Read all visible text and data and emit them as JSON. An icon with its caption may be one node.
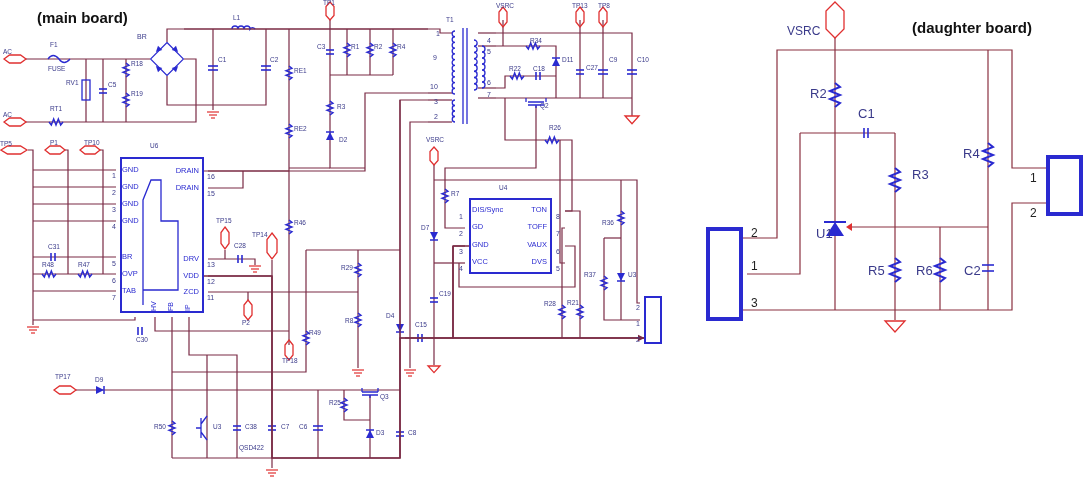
{
  "diagram": {
    "nodes": [
      {
        "text": [
          "U6",
          "GND",
          "GND",
          "GND",
          "GND",
          "BR",
          "OVP",
          "TAB",
          "DRAIN",
          "DRAIN",
          "DRV",
          "VDD",
          "ZCD",
          "HV",
          "FB",
          "IP"
        ],
        "beside": [
          "1",
          "2",
          "3",
          "4",
          "5",
          "6",
          "7",
          "16",
          "15",
          "13",
          "12",
          "11"
        ]
      },
      {
        "text": [
          "U4",
          "DIS/Sync",
          "GD",
          "GND",
          "VCC",
          "TON",
          "TOFF",
          "VAUX",
          "DVS"
        ],
        "beside": [
          "1",
          "2",
          "3",
          "4",
          "8",
          "7",
          "6",
          "5"
        ]
      },
      {
        "text": [],
        "shape": "box",
        "beside": [
          "2",
          "1",
          "2"
        ]
      },
      {
        "text": [],
        "shape": "box",
        "beside": [
          "2",
          "1",
          "3"
        ]
      },
      {
        "text": [],
        "shape": "box",
        "beside": [
          "1",
          "2"
        ]
      },
      {
        "text": [
          "T1",
          "1",
          "9",
          "10",
          "3",
          "2",
          "4",
          "5",
          "6",
          "7"
        ]
      },
      {
        "text": [],
        "shape": "diamond",
        "beside": [
          "BR"
        ]
      }
    ],
    "edges": [
      {
        "from": 0,
        "to": 5,
        "arrow": "none"
      },
      {
        "from": 0,
        "to": 2,
        "arrow": "none"
      },
      {
        "from": 5,
        "to": 2,
        "arrow": "to"
      },
      {
        "from": 3,
        "to": 4,
        "arrow": "none"
      },
      {
        "from": 3,
        "to": 4,
        "arrow": "none"
      },
      {
        "from": 0,
        "to": 1,
        "arrow": "none"
      },
      {
        "from": 6,
        "to": 5,
        "arrow": "none"
      },
      {
        "from": 1,
        "to": 2,
        "arrow": "none"
      }
    ],
    "labels": [
      "(main board)",
      "AC",
      "F1",
      "FUSE",
      "L1",
      "RV1",
      "R18",
      "C1",
      "C2",
      "C5",
      "R19",
      "RT1",
      "AC",
      "TP1",
      "C3",
      "R1",
      "R2",
      "R4",
      "RE1",
      "VSRC",
      "TP13",
      "TP8",
      "R34",
      "D11",
      "R22",
      "C18",
      "C27",
      "C9",
      "C10",
      "R3",
      "D2",
      "RE2",
      "Q2",
      "R26",
      "TP5",
      "P1",
      "TP10",
      "VSRC",
      "C31",
      "R48",
      "R47",
      "TP15",
      "C28",
      "TP14",
      "R46",
      "R7",
      "D7",
      "R36",
      "R29",
      "R37",
      "U3",
      "C19",
      "R8",
      "P2",
      "D4",
      "R28",
      "R21",
      "C15",
      "C30",
      "R49",
      "TP18",
      "TP17",
      "D9",
      "R25",
      "Q3",
      "R50",
      "U3",
      "C38",
      "C7",
      "C6",
      "D3",
      "C8",
      "QSD422",
      "(daughter board)",
      "VSRC",
      "R2",
      "C1",
      "R4",
      "R3",
      "U1",
      "R5",
      "R6",
      "C2"
    ]
  }
}
